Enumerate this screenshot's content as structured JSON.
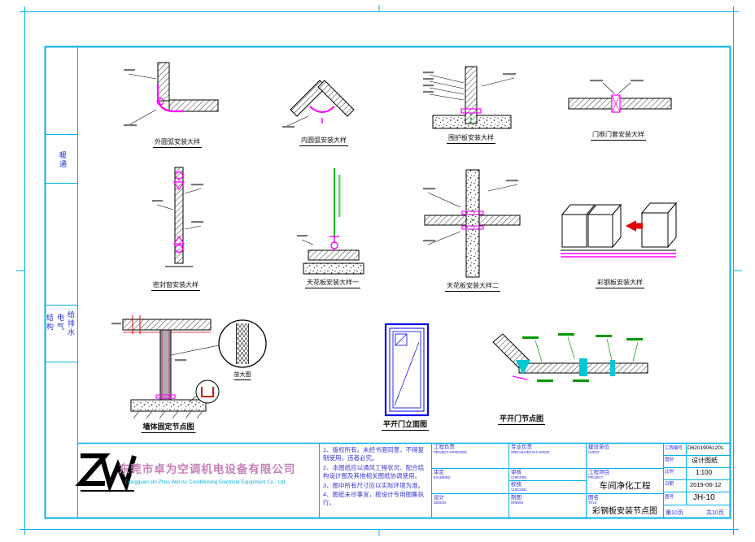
{
  "details": [
    "外圆弧安装大样",
    "内圆弧安装大样",
    "围护板安装大样",
    "门框门套安装大样",
    "密封窗安装大样",
    "天花板安装大样一",
    "天花板安装大样二",
    "彩钢板安装大样",
    "墙体固定节点图",
    "平开门立面图",
    "平开门节点图"
  ],
  "enlarged_label": "放大图",
  "signoff": {
    "items": [
      "暖通",
      "结构",
      "电气",
      "给排水"
    ]
  },
  "notes": {
    "items": [
      "1、版权所有。未经书面同意，不得复制使用，违者必究。",
      "2、本图纸应以通风工程状况、配合结构设计图及其他相关图纸协调使用。",
      "3、图中所有尺寸应以实际环境为准。",
      "4、图纸未尽事宜，按设计专用图集执行。"
    ]
  },
  "company": {
    "name_cn": "东莞市卓为空调机电设备有限公司",
    "name_en": "Dongguan shi Zhuo Wei Air Conditioning Electrical Equipment Co., Ltd"
  },
  "titleblock": {
    "cells": {
      "project_approved": {
        "cn": "工程负责",
        "en": "PROJECT APPROVED"
      },
      "specialized": {
        "cn": "专业负责",
        "en": "SPECAILIZED IN CHARGE"
      },
      "client": {
        "cn": "建设单位",
        "en": "CLIENT"
      },
      "examined": {
        "cn": "审定",
        "en": "EXAMINED"
      },
      "checked": {
        "cn": "审核",
        "en": "CHECKED"
      },
      "verified": {
        "cn": "校核",
        "en": "CHECKED"
      },
      "project": {
        "cn": "工程项目",
        "en": "PROJECT",
        "value": "车间净化工程"
      },
      "design": {
        "cn": "设计",
        "en": "DESIGN"
      },
      "drawn": {
        "cn": "制图",
        "en": "DREWN"
      },
      "title": {
        "cn": "图名",
        "en": "TITLE",
        "value": "彩钢板安装节点图"
      }
    },
    "right": {
      "rows": [
        {
          "label": "工程编号",
          "value": "D62019061201"
        },
        {
          "label": "图别",
          "value": "设计图纸"
        },
        {
          "label": "比例",
          "value": "1:100"
        },
        {
          "label": "日期",
          "value": "2019-06-12"
        },
        {
          "label": "图号",
          "value": "JH-10"
        }
      ],
      "footer_left": "第10页",
      "footer_right": "共10页"
    }
  }
}
